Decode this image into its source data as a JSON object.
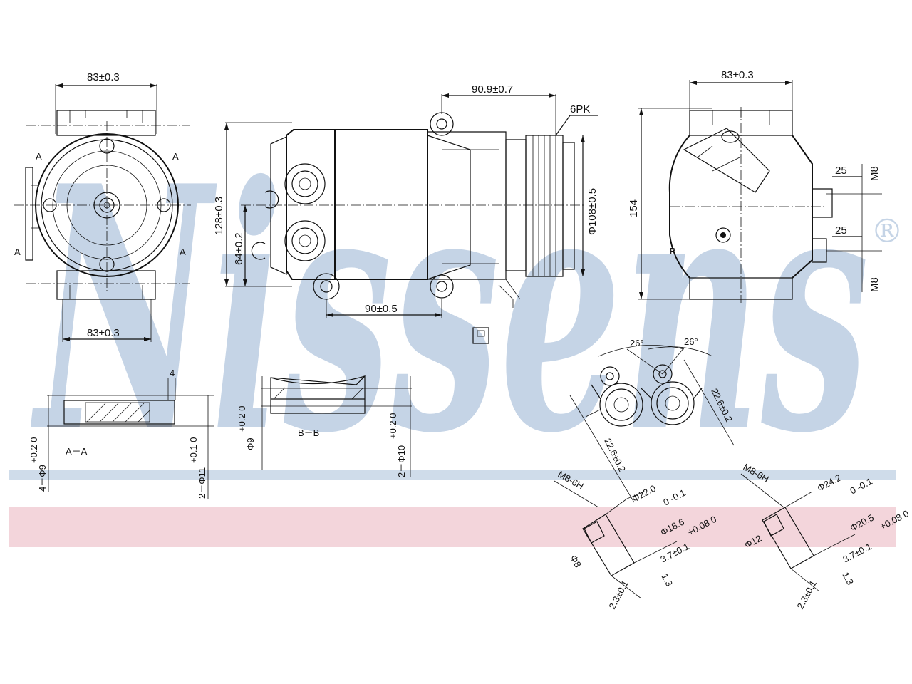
{
  "watermark": {
    "brand": "Nissens",
    "registered": "®",
    "brand_color": "#c5d4e6",
    "band_blue": "#cfdcea",
    "band_pink": "#f3d5db"
  },
  "dimensions": {
    "front_top_width": "83±0.3",
    "front_bottom_width": "83±0.3",
    "side_top_length": "90.9±0.7",
    "belt_type": "6PK",
    "side_height": "128±0.3",
    "side_offset": "64±0.2",
    "side_bottom_length": "90±0.5",
    "pulley_diameter": "Φ108±0.5",
    "rear_top_width": "83±0.3",
    "rear_height": "154",
    "rear_port_upper": "25",
    "rear_port_lower": "25",
    "thread_upper": "M8",
    "thread_lower": "M8",
    "angle_left": "26°",
    "angle_right": "26°",
    "port_spacing_a": "22.6±0.2",
    "port_spacing_b": "22.6±0.2",
    "fit_left_thread": "M8-6H",
    "fit_left_d1": "Φ22.0",
    "fit_left_d1_tol": "0 -0.1",
    "fit_left_d2": "Φ18.6",
    "fit_left_d2_tol": "+0.08 0",
    "fit_left_len1": "3.7±0.1",
    "fit_left_bore": "Φ8",
    "fit_left_len2": "1.3",
    "fit_left_len3": "2.3±0.1",
    "fit_right_thread": "M8-6H",
    "fit_right_d1": "Φ24.2",
    "fit_right_d1_tol": "0 -0.1",
    "fit_right_d2": "Φ20.5",
    "fit_right_d2_tol": "+0.08 0",
    "fit_right_len1": "3.7±0.1",
    "fit_right_bore": "Φ12",
    "fit_right_len2": "1.3",
    "fit_right_len3": "2.3±0.1"
  },
  "labels": {
    "section_a": "A",
    "section_b": "B",
    "section_aa": "A－A",
    "section_bb": "B－B",
    "aa_hole": "4－Φ9",
    "aa_hole_tol": "+0.2 0",
    "aa_width": "4",
    "aa_bore": "2－Φ11",
    "aa_bore_tol": "+0.1 0",
    "bb_hole": "Φ9",
    "bb_hole_tol": "+0.2 0",
    "bb_bore": "2－Φ10",
    "bb_bore_tol": "+0.2 0"
  }
}
